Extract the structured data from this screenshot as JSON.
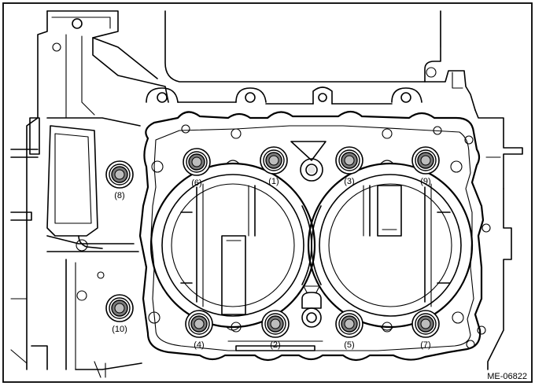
{
  "figure": {
    "code": "ME-06822"
  },
  "bolts": [
    {
      "id": "bolt-1",
      "label": "(1)"
    },
    {
      "id": "bolt-2",
      "label": "(2)"
    },
    {
      "id": "bolt-3",
      "label": "(3)"
    },
    {
      "id": "bolt-4",
      "label": "(4)"
    },
    {
      "id": "bolt-5",
      "label": "(5)"
    },
    {
      "id": "bolt-6",
      "label": "(6)"
    },
    {
      "id": "bolt-7",
      "label": "(7)"
    },
    {
      "id": "bolt-8",
      "label": "(8)"
    },
    {
      "id": "bolt-9",
      "label": "(9)"
    },
    {
      "id": "bolt-10",
      "label": "(10)"
    }
  ]
}
